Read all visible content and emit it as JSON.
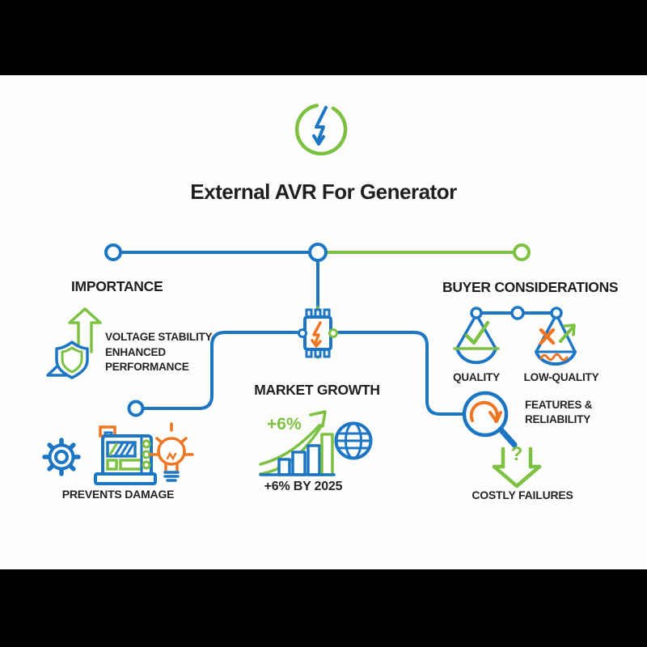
{
  "colors": {
    "blue": "#1d76c4",
    "green": "#7cc142",
    "orange": "#ee7623",
    "ink": "#1f1f1f",
    "panel_background": "#fdfdfc",
    "frame_background": "#000000"
  },
  "header": {
    "title": "External AVR For Generator",
    "logo_icon": "lightning-bolt-circle-icon"
  },
  "importance": {
    "heading": "IMPORTANCE",
    "benefit_lines": [
      "VOLTAGE STABILITY",
      "ENHANCED",
      "PERFORMANCE"
    ],
    "damage_caption": "PREVENTS DAMAGE",
    "icons": [
      "shield-arrow-icon",
      "gear-icon",
      "generator-icon",
      "lightbulb-icon"
    ]
  },
  "market": {
    "heading": "MARKET GROWTH",
    "growth_badge": "+6%",
    "caption": "+6% BY 2025",
    "icons": [
      "growth-bar-chart-icon",
      "globe-icon"
    ]
  },
  "buyer": {
    "heading": "BUYER CONSIDERATIONS",
    "quality_label": "QUALITY",
    "low_quality_label": "LOW-QUALITY",
    "features_line1": "FEATURES &",
    "features_line2": "RELIABILITY",
    "failures_caption": "COSTLY FAILURES",
    "uncertainty_glyph": "?",
    "icons": [
      "balance-scale-icon",
      "magnifier-refresh-icon",
      "down-arrow-question-icon"
    ]
  },
  "center_node": {
    "icon": "avr-chip-icon"
  }
}
